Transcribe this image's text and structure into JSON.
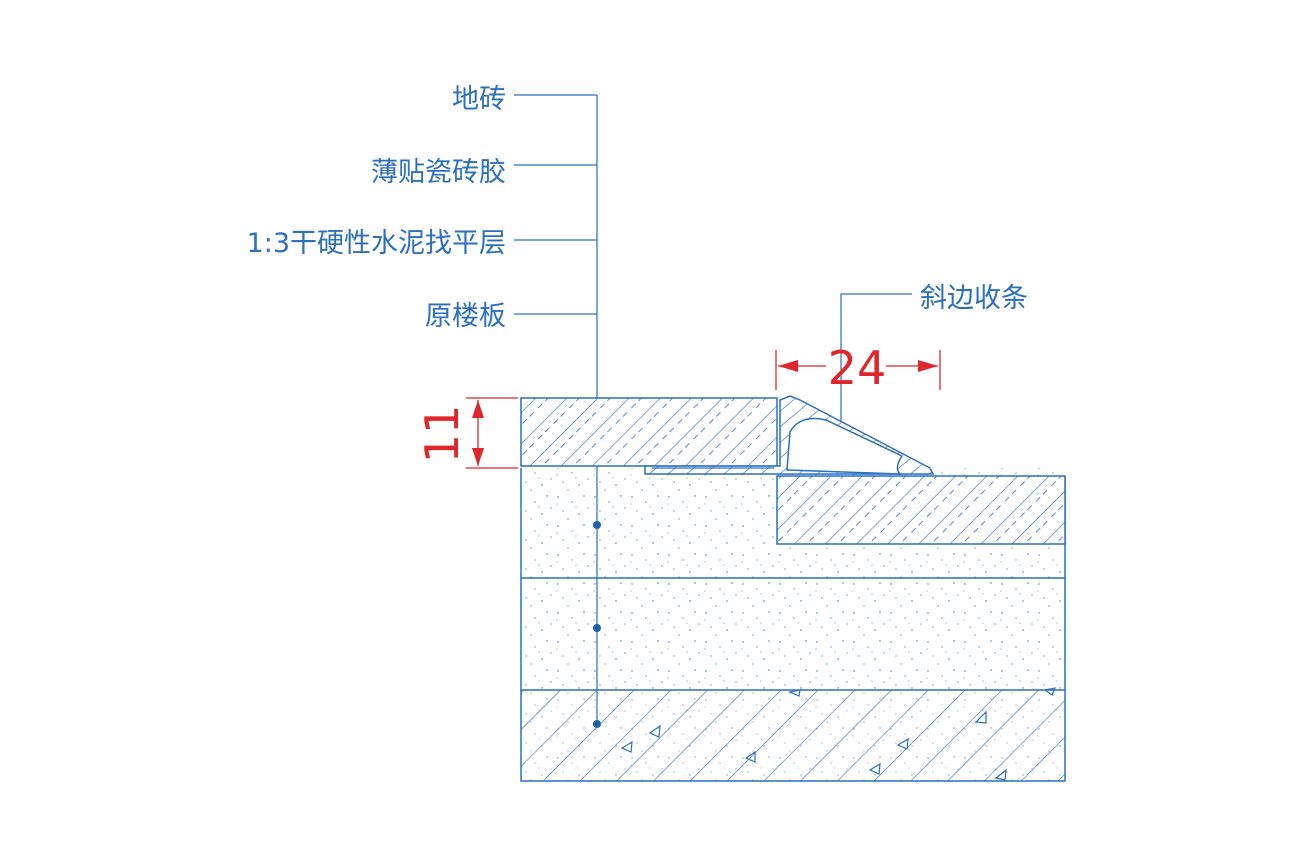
{
  "labels": {
    "floor_tile": "地砖",
    "tile_adhesive": "薄贴瓷砖胶",
    "screed": "1:3干硬性水泥找平层",
    "floor_slab": "原楼板",
    "bevel_strip": "斜边收条"
  },
  "dimensions": {
    "tile_thickness": "11",
    "strip_width": "24"
  },
  "colors": {
    "line": "#2a6fc0",
    "dimension": "#e0262b",
    "background": "#ffffff"
  }
}
